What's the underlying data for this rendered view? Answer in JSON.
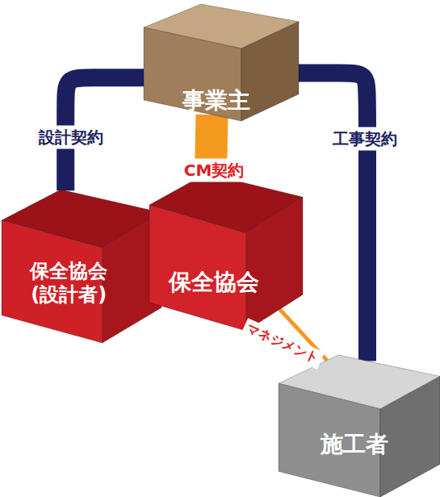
{
  "diagram": {
    "nodes": [
      {
        "text": [
          "事業主"
        ]
      },
      {
        "text": [
          "保全協会 (設計者)"
        ]
      },
      {
        "text": [
          "保全協会"
        ]
      },
      {
        "text": [
          "施工者"
        ]
      }
    ],
    "edges": [
      {
        "from": 0,
        "to": 1,
        "arrow": "none",
        "label": "設計契約"
      },
      {
        "from": 0,
        "to": 2,
        "arrow": "none",
        "label": "CM契約"
      },
      {
        "from": 0,
        "to": 3,
        "arrow": "none",
        "label": "工事契約"
      },
      {
        "from": 2,
        "to": 3,
        "arrow": "none",
        "label": "マネジメント"
      }
    ]
  }
}
